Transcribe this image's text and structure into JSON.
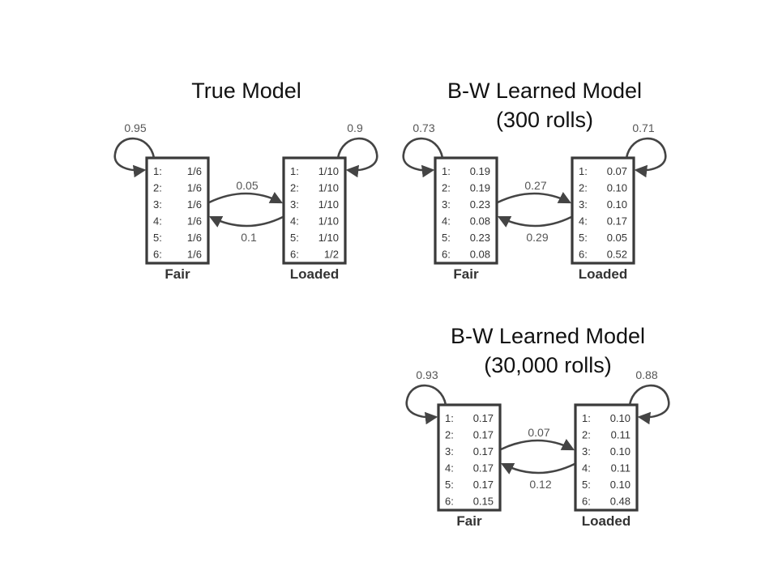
{
  "panels": [
    {
      "title_lines": [
        "True Model"
      ],
      "fair": {
        "label": "Fair",
        "self_loop": "0.95",
        "emissions": [
          [
            "1:",
            "1/6"
          ],
          [
            "2:",
            "1/6"
          ],
          [
            "3:",
            "1/6"
          ],
          [
            "4:",
            "1/6"
          ],
          [
            "5:",
            "1/6"
          ],
          [
            "6:",
            "1/6"
          ]
        ]
      },
      "loaded": {
        "label": "Loaded",
        "self_loop": "0.9",
        "emissions": [
          [
            "1:",
            "1/10"
          ],
          [
            "2:",
            "1/10"
          ],
          [
            "3:",
            "1/10"
          ],
          [
            "4:",
            "1/10"
          ],
          [
            "5:",
            "1/10"
          ],
          [
            "6:",
            "1/2"
          ]
        ]
      },
      "fair_to_loaded": "0.05",
      "loaded_to_fair": "0.1"
    },
    {
      "title_lines": [
        "B-W Learned Model",
        "(300 rolls)"
      ],
      "fair": {
        "label": "Fair",
        "self_loop": "0.73",
        "emissions": [
          [
            "1:",
            "0.19"
          ],
          [
            "2:",
            "0.19"
          ],
          [
            "3:",
            "0.23"
          ],
          [
            "4:",
            "0.08"
          ],
          [
            "5:",
            "0.23"
          ],
          [
            "6:",
            "0.08"
          ]
        ]
      },
      "loaded": {
        "label": "Loaded",
        "self_loop": "0.71",
        "emissions": [
          [
            "1:",
            "0.07"
          ],
          [
            "2:",
            "0.10"
          ],
          [
            "3:",
            "0.10"
          ],
          [
            "4:",
            "0.17"
          ],
          [
            "5:",
            "0.05"
          ],
          [
            "6:",
            "0.52"
          ]
        ]
      },
      "fair_to_loaded": "0.27",
      "loaded_to_fair": "0.29"
    },
    {
      "title_lines": [
        "B-W Learned Model",
        "(30,000 rolls)"
      ],
      "fair": {
        "label": "Fair",
        "self_loop": "0.93",
        "emissions": [
          [
            "1:",
            "0.17"
          ],
          [
            "2:",
            "0.17"
          ],
          [
            "3:",
            "0.17"
          ],
          [
            "4:",
            "0.17"
          ],
          [
            "5:",
            "0.17"
          ],
          [
            "6:",
            "0.15"
          ]
        ]
      },
      "loaded": {
        "label": "Loaded",
        "self_loop": "0.88",
        "emissions": [
          [
            "1:",
            "0.10"
          ],
          [
            "2:",
            "0.11"
          ],
          [
            "3:",
            "0.10"
          ],
          [
            "4:",
            "0.11"
          ],
          [
            "5:",
            "0.10"
          ],
          [
            "6:",
            "0.48"
          ]
        ]
      },
      "fair_to_loaded": "0.07",
      "loaded_to_fair": "0.12"
    }
  ]
}
